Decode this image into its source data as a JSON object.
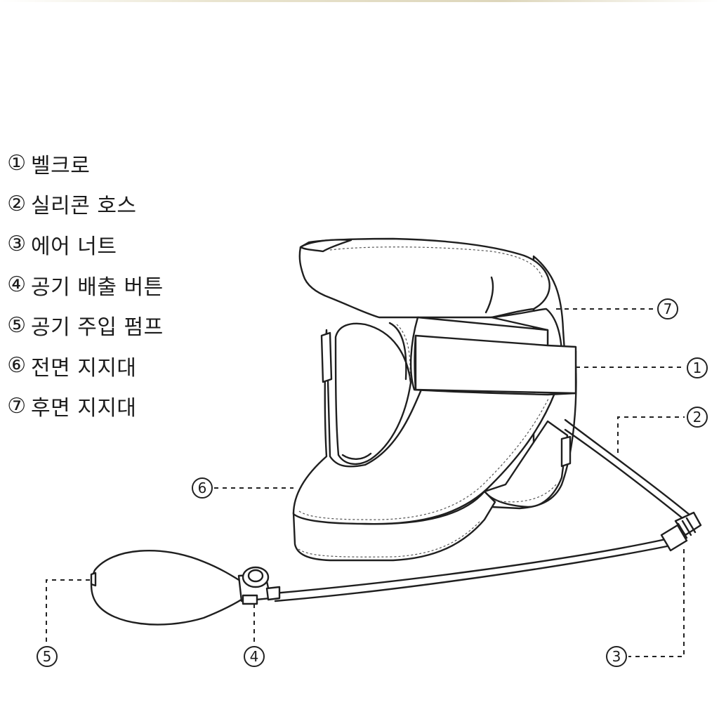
{
  "legend": [
    {
      "number": "①",
      "label": "벨크로"
    },
    {
      "number": "②",
      "label": "실리콘 호스"
    },
    {
      "number": "③",
      "label": "에어 너트"
    },
    {
      "number": "④",
      "label": "공기 배출 버튼"
    },
    {
      "number": "⑤",
      "label": "공기 주입 펌프"
    },
    {
      "number": "⑥",
      "label": "전면 지지대"
    },
    {
      "number": "⑦",
      "label": "후면 지지대"
    }
  ],
  "callouts": {
    "c1": "1",
    "c2": "2",
    "c3": "3",
    "c4": "4",
    "c5": "5",
    "c6": "6",
    "c7": "7"
  },
  "colors": {
    "outline": "#1f1f1f",
    "background": "#ffffff"
  }
}
